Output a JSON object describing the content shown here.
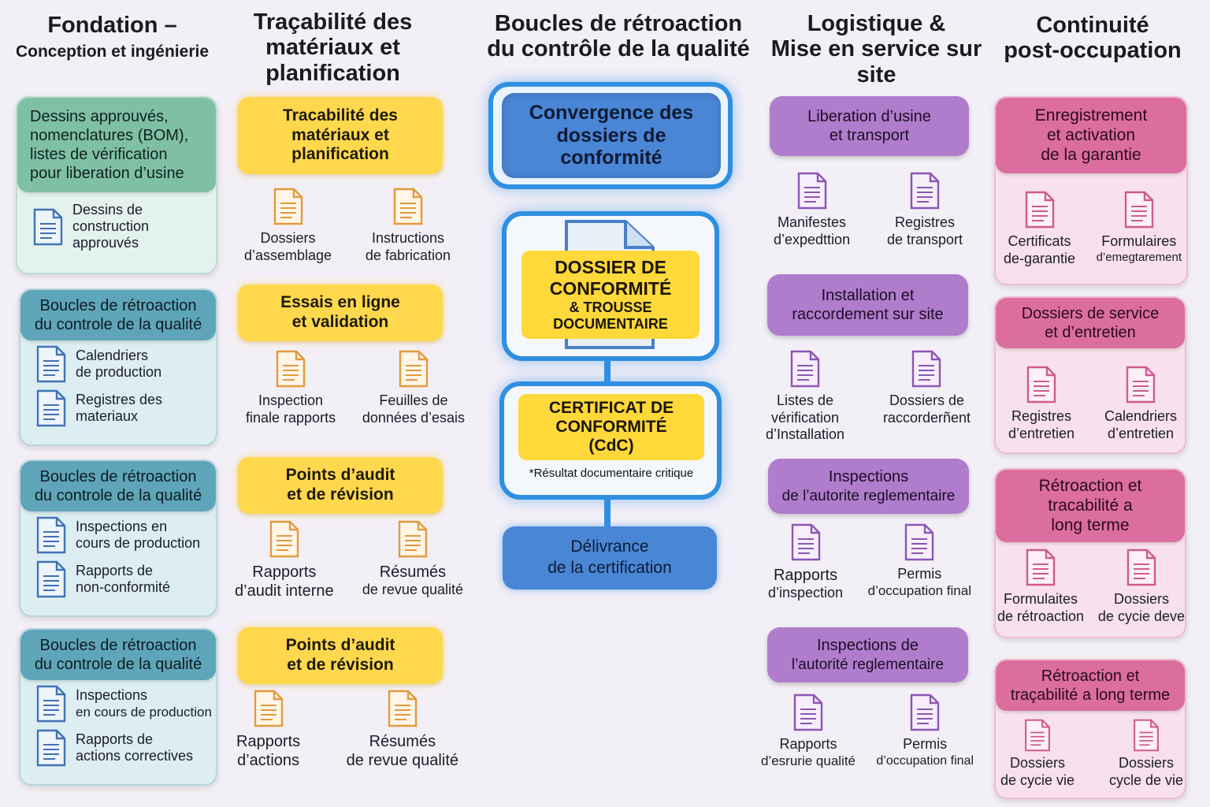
{
  "columns": {
    "foundation": {
      "title": "Fondation –",
      "subtitle": "Conception et ingénierie"
    },
    "traceability": {
      "title_lines": [
        "Traçabilité des",
        "matériaux et",
        "planification"
      ]
    },
    "feedback": {
      "title_lines": [
        "Boucles de rétroaction",
        "du contrôle de la qualité"
      ]
    },
    "logistics": {
      "title_lines": [
        "Logistique &",
        "Mise en service sur",
        "site"
      ]
    },
    "continuity": {
      "title_lines": [
        "Continuité",
        "post-occupation"
      ]
    }
  },
  "foundation": {
    "card1": {
      "header_lines": [
        "Dessins approuvés,",
        "nomenclatures (BOM),",
        "listes de vérification",
        "pour liberation d’usine"
      ],
      "items": [
        {
          "lines": [
            "Dessins de",
            "construction",
            "approuvés"
          ]
        }
      ]
    },
    "card2": {
      "header_lines": [
        "Boucles de rétroaction",
        "du controle de la qualité"
      ],
      "items": [
        {
          "lines": [
            "Calendriers",
            "de production"
          ]
        },
        {
          "lines": [
            "Registres des",
            "materiaux"
          ]
        }
      ]
    },
    "card3": {
      "header_lines": [
        "Boucles de rétroaction",
        "du controle de la qualité"
      ],
      "items": [
        {
          "lines": [
            "Inspections en",
            "cours de production"
          ]
        },
        {
          "lines": [
            "Rapports de",
            "non-conformité"
          ]
        }
      ]
    },
    "card4": {
      "header_lines": [
        "Boucles de rétroaction",
        "du controle de la qualité"
      ],
      "items": [
        {
          "lines": [
            "Inspections",
            "en cours de production"
          ]
        },
        {
          "lines": [
            "Rapports de",
            "actions correctives"
          ]
        }
      ]
    }
  },
  "traceability": {
    "block1": {
      "header_lines": [
        "Tracabilité des",
        "matériaux et",
        "planification"
      ],
      "docs": [
        {
          "lines": [
            "Dossiers",
            "d’assemblage"
          ]
        },
        {
          "lines": [
            "Instructions",
            "de fabrication"
          ]
        }
      ]
    },
    "block2": {
      "header_lines": [
        "Essais en ligne",
        "et validation"
      ],
      "docs": [
        {
          "lines": [
            "Inspection",
            "finale rapports"
          ]
        },
        {
          "lines": [
            "Feuilles de",
            "données d’esais"
          ]
        }
      ]
    },
    "block3": {
      "header_lines": [
        "Points d’audit",
        "et de révision"
      ],
      "docs": [
        {
          "lines": [
            "Rapports",
            "d’audit interne"
          ]
        },
        {
          "lines": [
            "Résumés",
            "de revue qualité"
          ]
        }
      ]
    },
    "block4": {
      "header_lines": [
        "Points d’audit",
        "et de révision"
      ],
      "docs": [
        {
          "lines": [
            "Rapports",
            "d’actions"
          ]
        },
        {
          "lines": [
            "Résumés",
            "de revue qualité"
          ]
        }
      ]
    }
  },
  "center": {
    "convergence_lines": [
      "Convergence des",
      "dossiers de",
      "conformité"
    ],
    "dossier_lines": [
      "DOSSIER DE",
      "CONFORMITÉ",
      "& TROUSSE",
      "DOCUMENTAIRE"
    ],
    "certificat_lines": [
      "CERTIFICAT DE",
      "CONFORMITÉ",
      "(CdC)"
    ],
    "certificat_note": "*Résultat documentaire critique",
    "delivrance_lines": [
      "Délivrance",
      "de la certification"
    ]
  },
  "logistics": {
    "block1": {
      "header_lines": [
        "Liberation d’usine",
        "et transport"
      ],
      "docs": [
        {
          "lines": [
            "Manifestes",
            "d’expedttion"
          ]
        },
        {
          "lines": [
            "Registres",
            "de transport"
          ]
        }
      ]
    },
    "block2": {
      "header_lines": [
        "Installation et",
        "raccordement sur site"
      ],
      "docs": [
        {
          "lines": [
            "Listes de",
            "vérification",
            "d’Installation"
          ]
        },
        {
          "lines": [
            "Dossiers de",
            "raccorderñent"
          ]
        }
      ]
    },
    "block3": {
      "header_lines": [
        "Inspections",
        "de l’autorite reglementaire"
      ],
      "docs": [
        {
          "lines": [
            "Rapports",
            "d’inspection"
          ]
        },
        {
          "lines": [
            "Permis",
            "d’occupation final"
          ]
        }
      ]
    },
    "block4": {
      "header_lines": [
        "Inspections de",
        "l’autorité reglementaire"
      ],
      "docs": [
        {
          "lines": [
            "Rapports",
            "d’esrurie qualité"
          ]
        },
        {
          "lines": [
            "Permis",
            "d’occupation final"
          ]
        }
      ]
    }
  },
  "continuity": {
    "card1": {
      "header_lines": [
        "Enregistrement",
        "et activation",
        "de la garantie"
      ],
      "docs": [
        {
          "lines": [
            "Certificats",
            "de-garantie"
          ]
        },
        {
          "lines": [
            "Formulaires",
            "d’emegtarement"
          ]
        }
      ]
    },
    "card2": {
      "header_lines": [
        "Dossiers de service",
        "et d’entretien"
      ],
      "docs": [
        {
          "lines": [
            "Registres",
            "d’entretien"
          ]
        },
        {
          "lines": [
            "Calendriers",
            "d’entretien"
          ]
        }
      ]
    },
    "card3": {
      "header_lines": [
        "Rétroaction et",
        "tracabilité a",
        "long terme"
      ],
      "docs": [
        {
          "lines": [
            "Formulaites",
            "de rétroaction"
          ]
        },
        {
          "lines": [
            "Dossiers",
            "de cycie deve"
          ]
        }
      ]
    },
    "card4": {
      "header_lines": [
        "Rétroaction et",
        "traçabilité a long terme"
      ],
      "docs": [
        {
          "lines": [
            "Dossiers",
            "de cycie vie"
          ]
        },
        {
          "lines": [
            "Dossiers",
            "cycle de vie"
          ]
        }
      ]
    }
  },
  "icons": {
    "document": "document-icon"
  },
  "colors": {
    "green": "#7fbfa6",
    "teal": "#5fa5b9",
    "yellow": "#ffd84d",
    "blue": "#2f8fe0",
    "purple": "#b07ccc",
    "pink": "#dc6d9f"
  }
}
